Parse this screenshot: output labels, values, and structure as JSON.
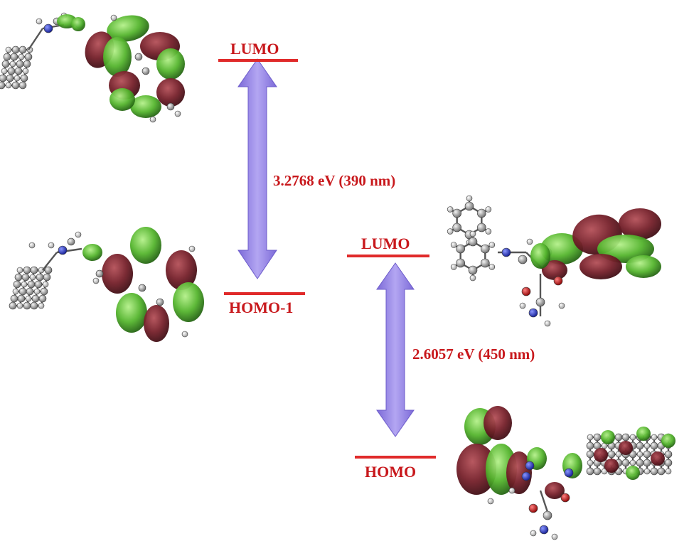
{
  "transition_1": {
    "upper_label": "LUMO",
    "lower_label": "HOMO-1",
    "gap_label": "3.2768 eV (390 nm)"
  },
  "transition_2": {
    "upper_label": "LUMO",
    "lower_label": "HOMO",
    "gap_label": "2.6057 eV (450 nm)"
  },
  "colors": {
    "level_line": "#e02a2a",
    "label_text": "#c8181c",
    "arrow": "#9a8ae6",
    "lobe_green": "#4fae2c",
    "lobe_red": "#7a1f25",
    "atom_carbon": "#9a9a9a",
    "atom_hydrogen": "#e8e8e8",
    "atom_nitrogen": "#2233cc",
    "atom_oxygen": "#cc1111"
  }
}
